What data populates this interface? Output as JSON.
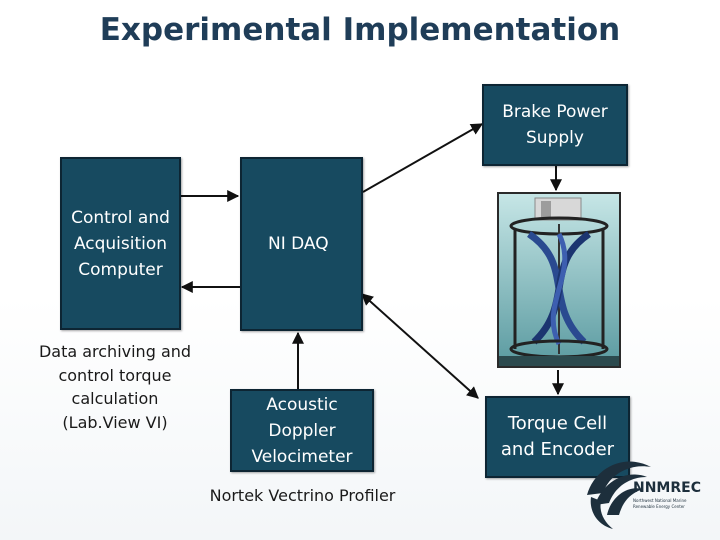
{
  "slide": {
    "title": "Experimental Implementation"
  },
  "nodes": {
    "control_computer": "Control and\nAcquisition\nComputer",
    "ni_daq": "NI DAQ",
    "brake_power_supply": "Brake Power\nSupply",
    "adv": "Acoustic\nDoppler\nVelocimeter",
    "torque_cell": "Torque Cell\nand Encoder"
  },
  "captions": {
    "computer_caption": "Data archiving and\ncontrol torque\ncalculation\n(Lab.View VI)",
    "adv_caption": "Nortek Vectrino Profiler"
  },
  "logo": {
    "name": "NNMREC",
    "subtitle": "Northwest National Marine Renewable Energy Center"
  },
  "colors": {
    "box_fill": "#174a60",
    "title": "#1f3d58"
  }
}
